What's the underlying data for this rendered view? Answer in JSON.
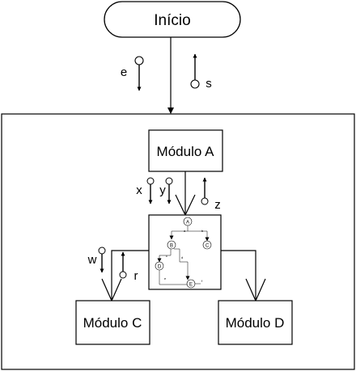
{
  "start": {
    "label": "Início"
  },
  "outer_flows": {
    "input": "e",
    "output": "s"
  },
  "module_a": {
    "label": "Módulo A",
    "inputs": [
      "x",
      "y"
    ],
    "output": "z"
  },
  "module_c": {
    "label": "Módulo C",
    "input": "w",
    "output": "r"
  },
  "module_d": {
    "label": "Módulo D"
  },
  "central_box": {
    "nodes": [
      "A",
      "B",
      "C",
      "D",
      "E"
    ],
    "edge_labels": [
      "a",
      "b",
      "c",
      "d",
      "e",
      "f"
    ]
  },
  "colors": {
    "stroke": "#000000",
    "background": "#ffffff"
  }
}
